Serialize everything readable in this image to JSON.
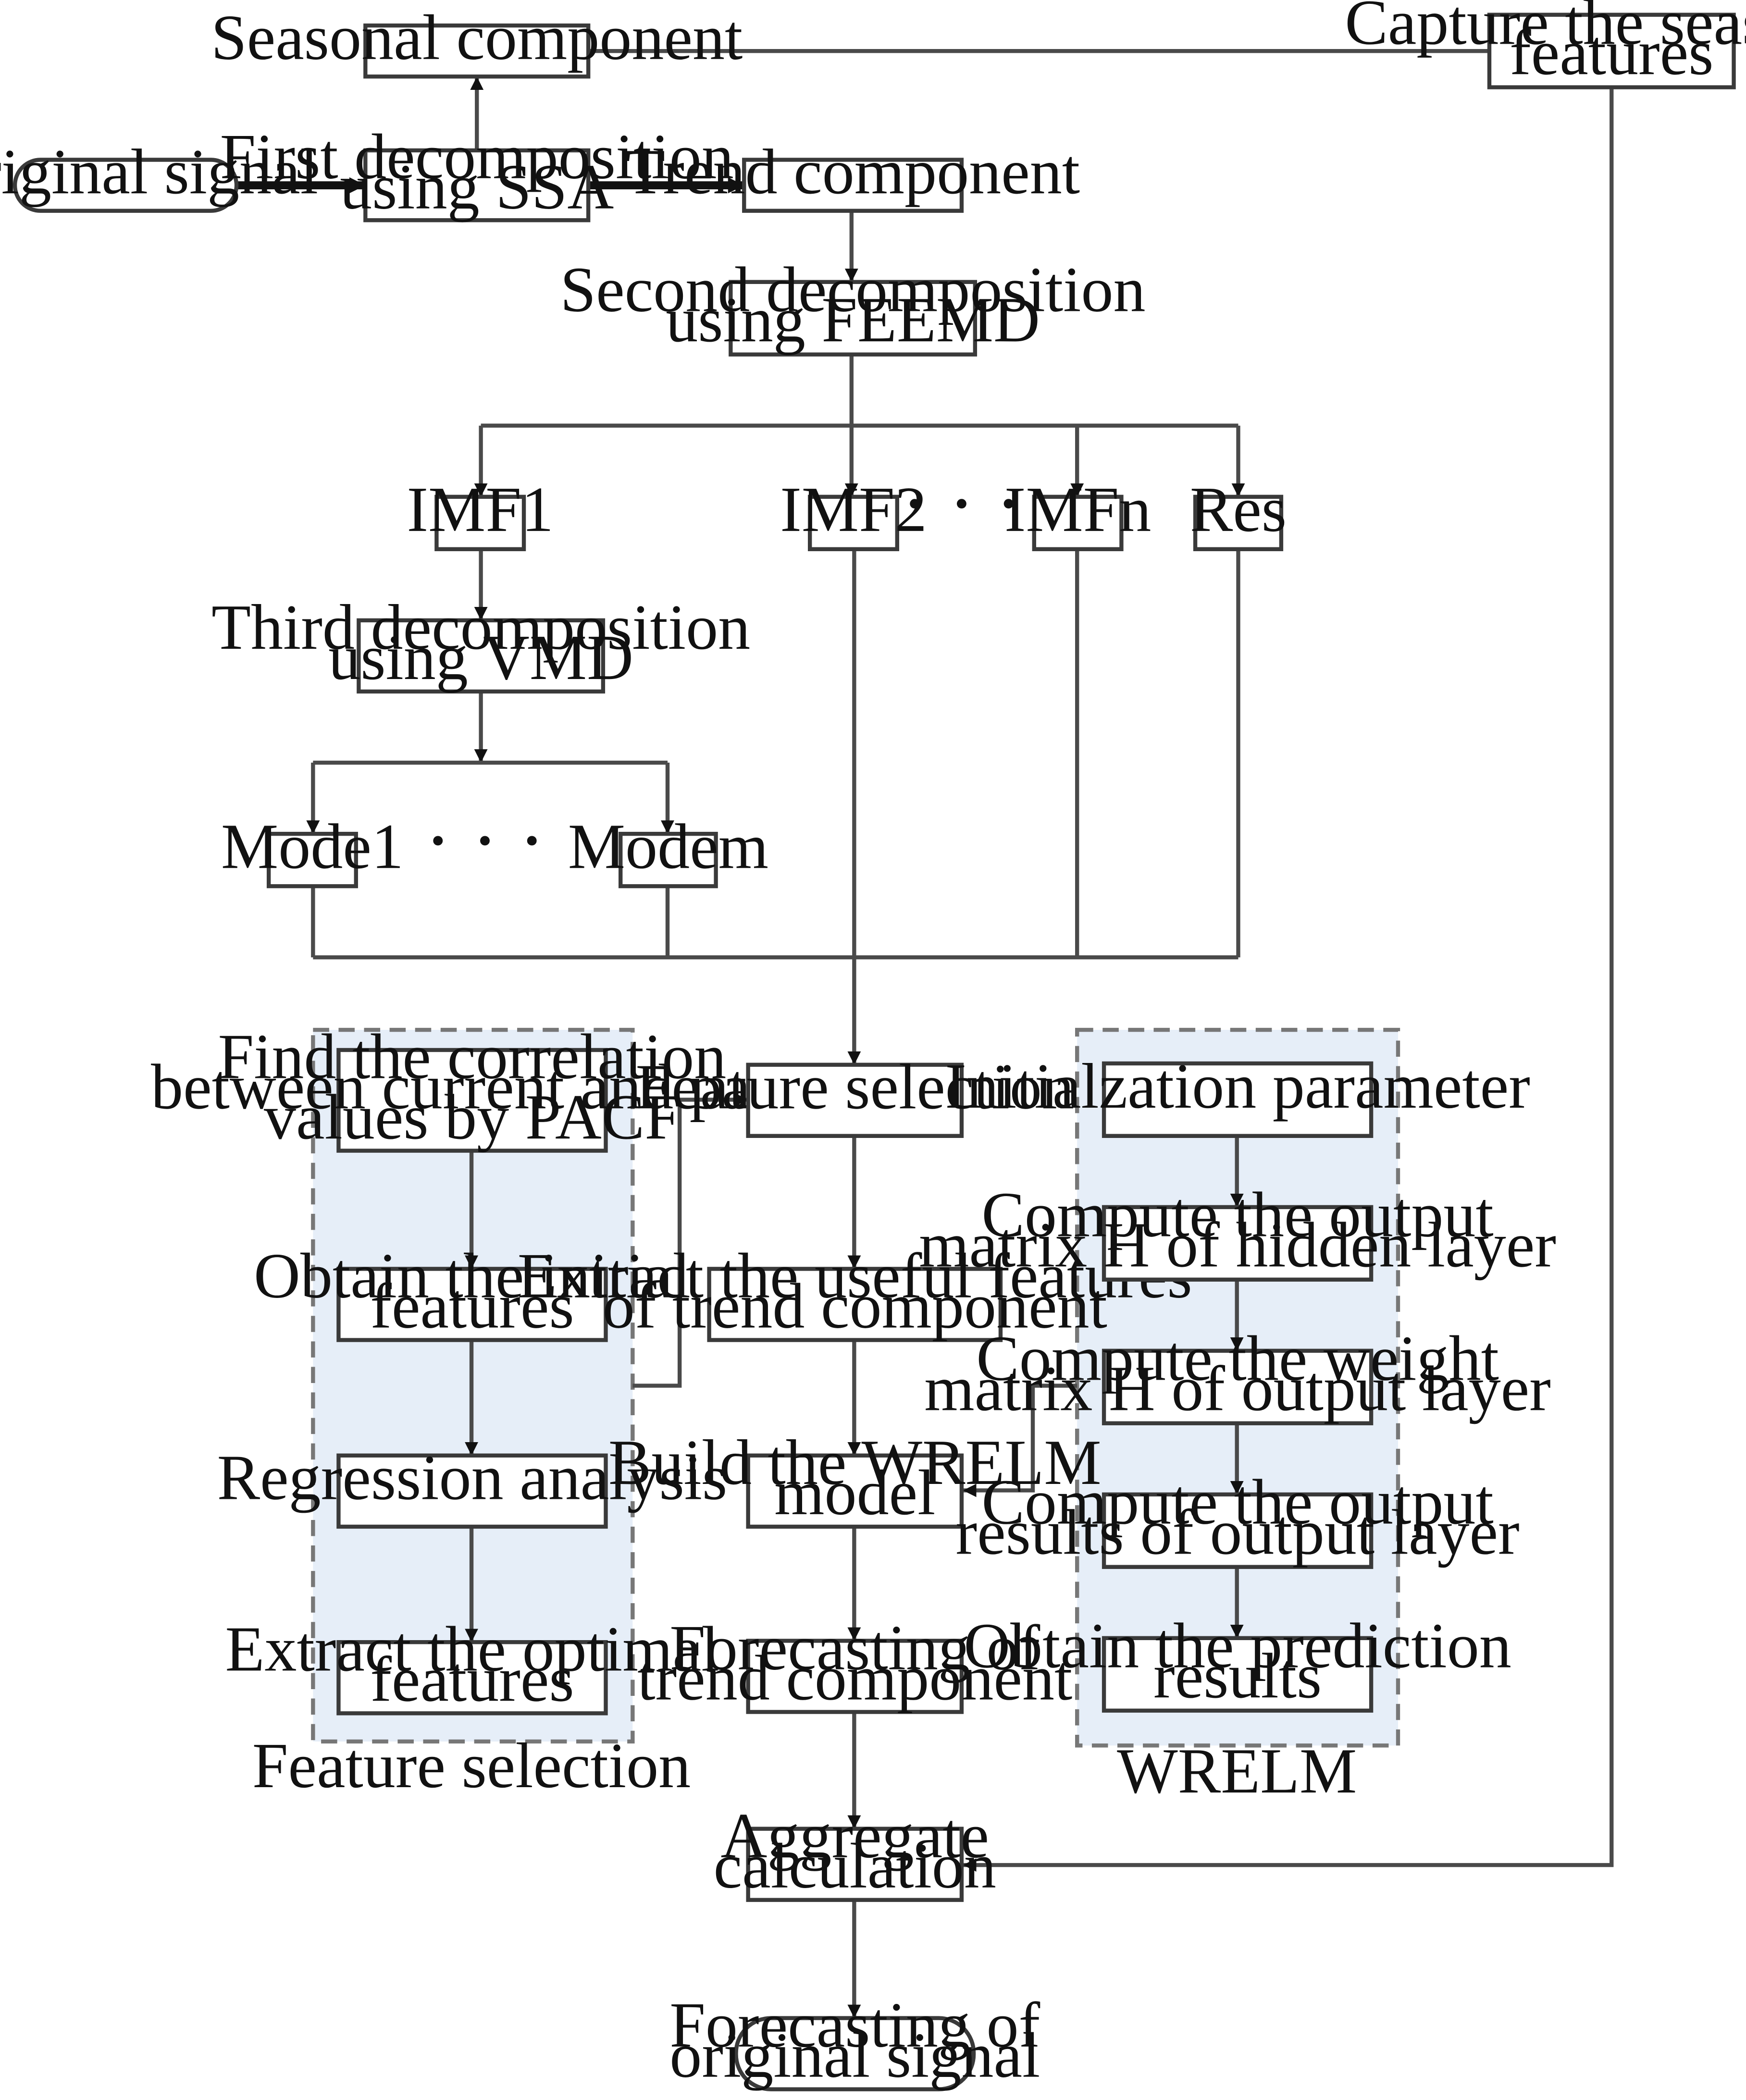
{
  "nodes": {
    "seasonal": [
      "Seasonal component"
    ],
    "capture": [
      "Capture the seasonal",
      "features"
    ],
    "original": [
      "Original signal"
    ],
    "first": [
      "First decomposition",
      "using SSA"
    ],
    "trend": [
      "Trend component"
    ],
    "second": [
      "Second decomposition",
      "using FEEMD"
    ],
    "imf1": [
      "IMF1"
    ],
    "imf2": [
      "IMF2"
    ],
    "imfn": [
      "IMFn"
    ],
    "res": [
      "Res"
    ],
    "third": [
      "Third decomposition",
      "using VMD"
    ],
    "mode1": [
      "Mode1"
    ],
    "modem": [
      "Modem"
    ],
    "fs_find": [
      "Find the correlation",
      "between current and past",
      "values by PACF"
    ],
    "fs_obtain": [
      "Obtain the initial",
      "features"
    ],
    "fs_regression": [
      "Regression analysis"
    ],
    "fs_extract": [
      "Extract the optimal",
      "features"
    ],
    "feature_sel": [
      "Feature selection"
    ],
    "extract_useful": [
      "Extract the useful features",
      "of trend component"
    ],
    "build": [
      "Build the WRELM",
      "model"
    ],
    "forecast_trend": [
      "Forecasting of",
      "trend component"
    ],
    "aggregate": [
      "Aggregate",
      "calculation"
    ],
    "forecast_orig": [
      "Forecasting of",
      "original signal"
    ],
    "w_init": [
      "Initialzation parameter"
    ],
    "w_output_h": [
      "Compute the output",
      "matrix H of hidden layer"
    ],
    "w_weight": [
      "Compute the weight",
      "matrix H of output layer"
    ],
    "w_results": [
      "Compute the output",
      "results of output layer"
    ],
    "w_pred": [
      "Obtain the prediction",
      "results"
    ]
  },
  "labels": {
    "fs_panel": "Feature selection",
    "wrelm_panel": "WRELM",
    "ellipsis": "· · ·"
  }
}
